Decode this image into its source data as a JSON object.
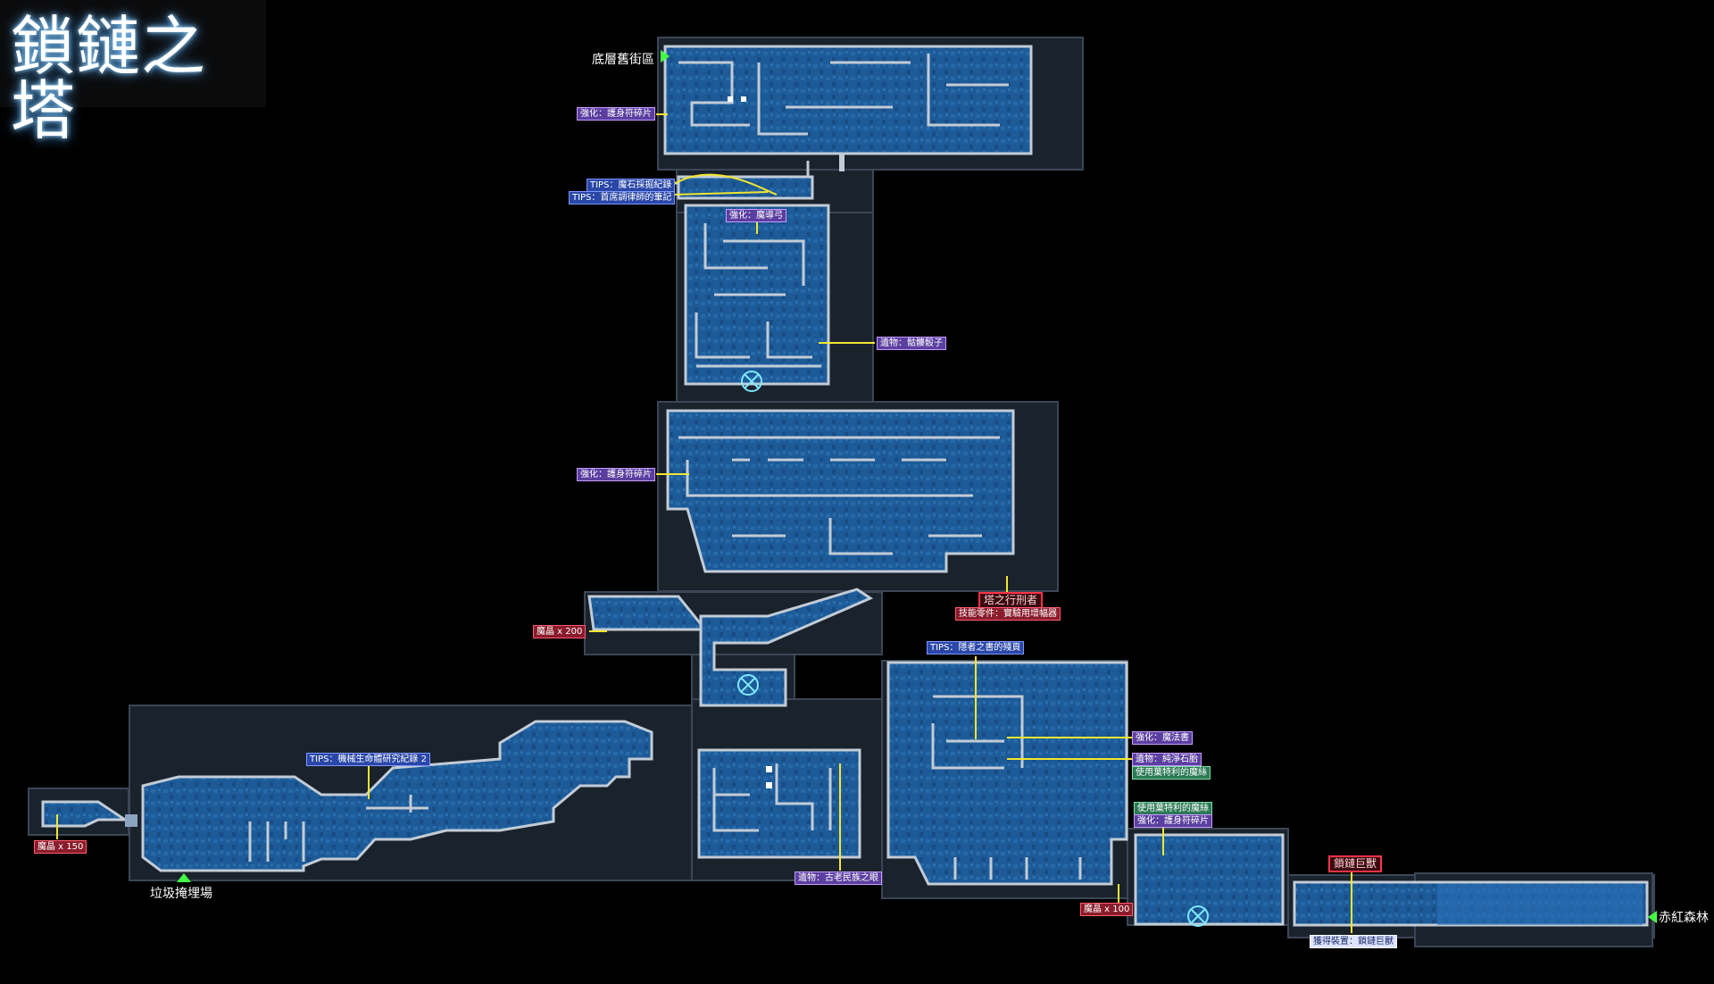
{
  "title": "鎖鏈之塔",
  "colors": {
    "background": "#000000",
    "room_outer": "#1c2430",
    "room_fill": "#1d5c9c",
    "wall": "#b8c4d0",
    "save_point": "#7ee8ff",
    "connector": "#f2e630",
    "exit_marker": "#44ff44"
  },
  "exits": {
    "top_left": "底層舊街區",
    "bottom_left": "垃圾掩埋場",
    "right": "赤紅森林"
  },
  "labels": {
    "strengthen_amulet_1": "強化：護身符碎片",
    "tips_magic_stone": "TIPS：魔石採掘紀錄",
    "tips_tuner": "TIPS：首席調律師的筆記",
    "strengthen_magic_bow": "強化：魔導弓",
    "relic_skull": "遺物：骷髏骰子",
    "strengthen_amulet_2": "強化：護身符碎片",
    "boss_tower_executioner": "塔之行刑者",
    "skill_part": "技能零件：實驗用增幅器",
    "crystal_200": "魔晶 x 200",
    "tips_hermit": "TIPS：隱者之書的殘頁",
    "strengthen_magic_book": "強化：魔法書",
    "relic_pure_gem": "遺物：純淨石胎",
    "use_fairy_wing_1": "使用葉特利的魔絲",
    "use_fairy_wing_2": "使用葉特利的魔絲",
    "strengthen_amulet_3": "強化：護身符碎片",
    "tips_machine": "TIPS：機械生命體研究紀錄 2",
    "crystal_150": "魔晶 x 150",
    "relic_ancient_eye": "遺物：古老民族之眼",
    "crystal_100": "魔晶 x 100",
    "boss_chain_giant": "鎖鏈巨獸",
    "obtain_chain": "獲得裝置：鎖鏈巨獸"
  }
}
